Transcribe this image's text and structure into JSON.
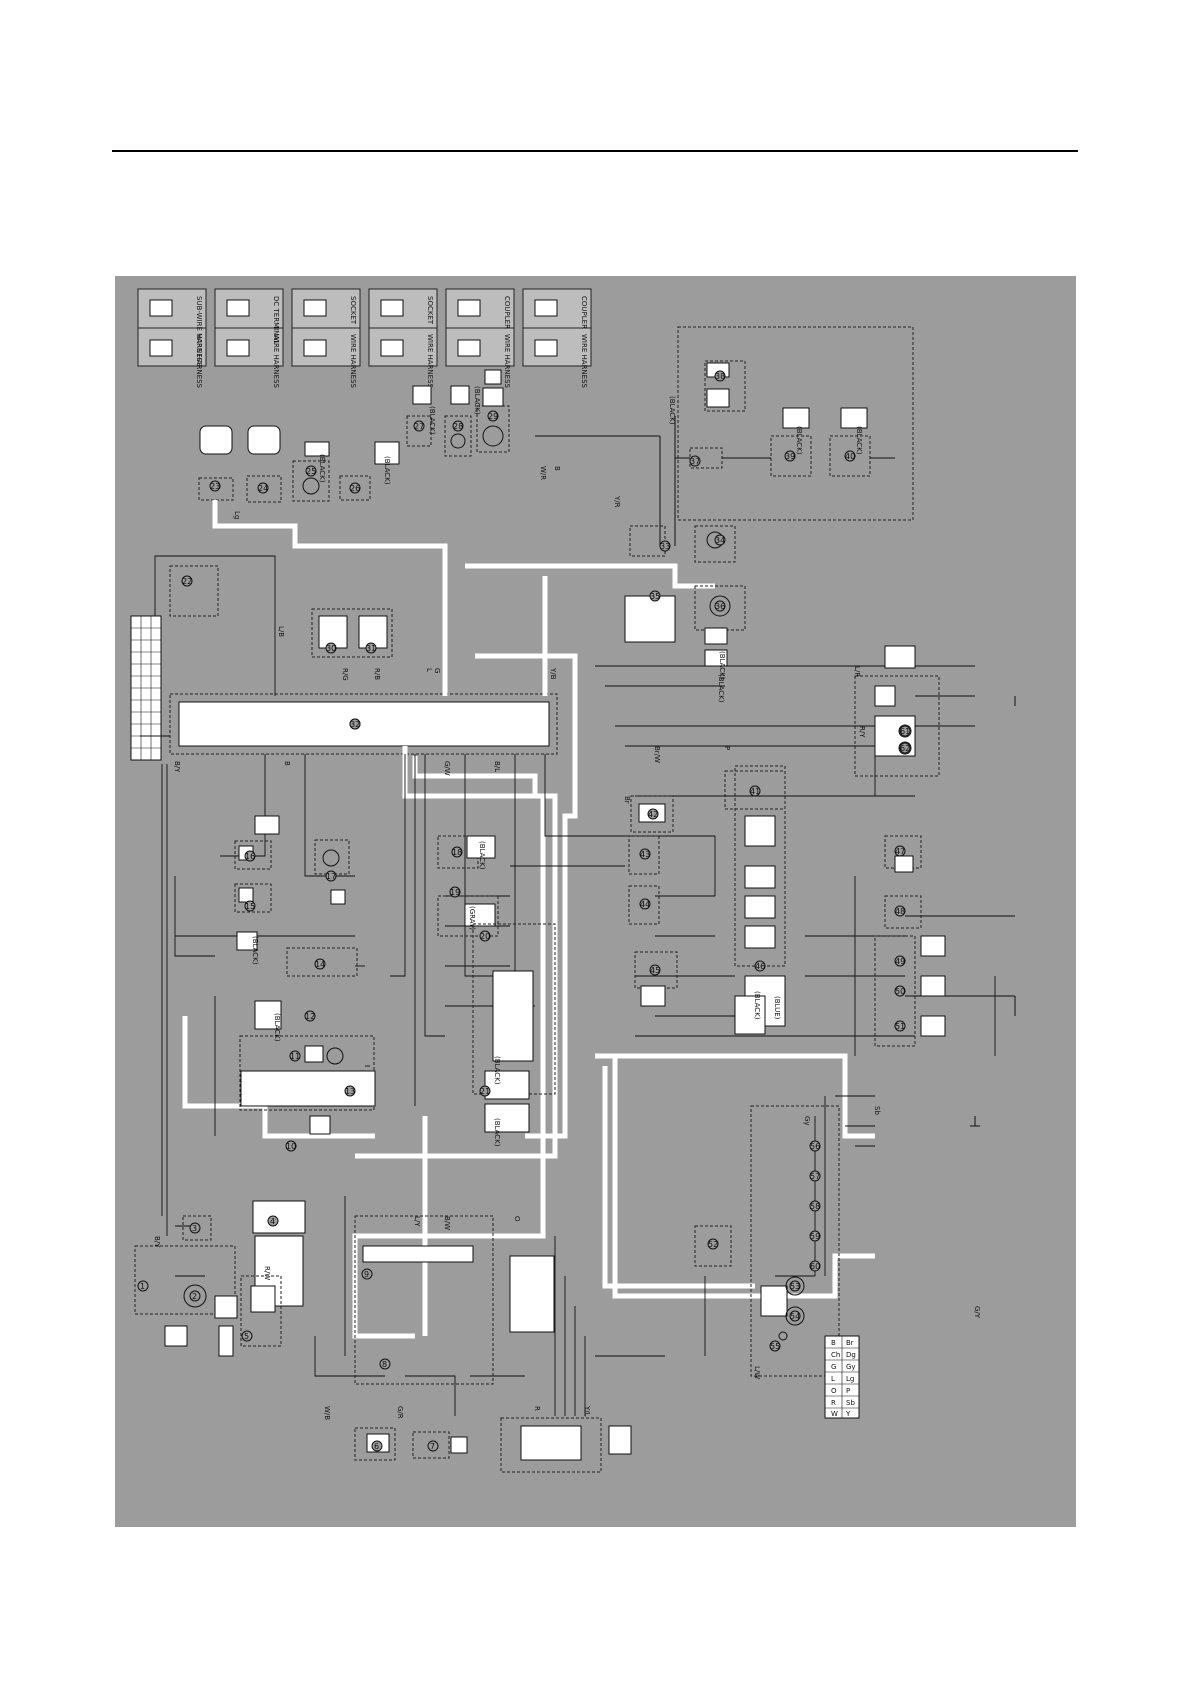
{
  "connectors_top": [
    {
      "left": "WIRE HARNESS",
      "right": "SUB-WIRE HARNESS"
    },
    {
      "left": "WIRE HARNESS",
      "right": "DC TERMINAL"
    },
    {
      "left": "WIRE HARNESS",
      "right": "SOCKET"
    },
    {
      "left": "WIRE HARNESS",
      "right": "SOCKET"
    },
    {
      "left": "WIRE HARNESS",
      "right": "COUPLER"
    },
    {
      "left": "WIRE HARNESS",
      "right": "COUPLER"
    }
  ],
  "tags": {
    "black": "(BLACK)",
    "gray": "(GRAY)",
    "blue": "(BLUE)"
  },
  "wire_codes": [
    "B",
    "R",
    "L",
    "G",
    "Y",
    "W",
    "Br",
    "Lg",
    "Sb",
    "O",
    "P",
    "Gy",
    "B/W",
    "R/W",
    "L/W",
    "G/Y",
    "Y/R",
    "B/Y",
    "R/B",
    "L/R",
    "W/R",
    "G/W",
    "Br/W",
    "Y/B",
    "R/G",
    "L/B",
    "B/L",
    "G/R",
    "Y/L",
    "R/Y",
    "L/Y",
    "W/B"
  ],
  "color_legend": [
    "B",
    "Br",
    "Ch",
    "Dg",
    "G",
    "Gy",
    "L",
    "Lg",
    "O",
    "P",
    "R",
    "Sb",
    "W",
    "Y"
  ],
  "component_numbers": [
    "1",
    "2",
    "3",
    "4",
    "5",
    "6",
    "7",
    "8",
    "9",
    "10",
    "11",
    "12",
    "13",
    "14",
    "15",
    "16",
    "17",
    "18",
    "19",
    "20",
    "21",
    "22",
    "23",
    "24",
    "25",
    "26",
    "27",
    "28",
    "29",
    "30",
    "31",
    "32",
    "33",
    "34",
    "35",
    "36",
    "37",
    "38",
    "39",
    "40",
    "41",
    "42",
    "43",
    "44",
    "45",
    "46",
    "47",
    "48",
    "49",
    "50",
    "51",
    "52",
    "53",
    "54",
    "55",
    "56",
    "57",
    "58",
    "59",
    "60",
    "61",
    "62"
  ]
}
